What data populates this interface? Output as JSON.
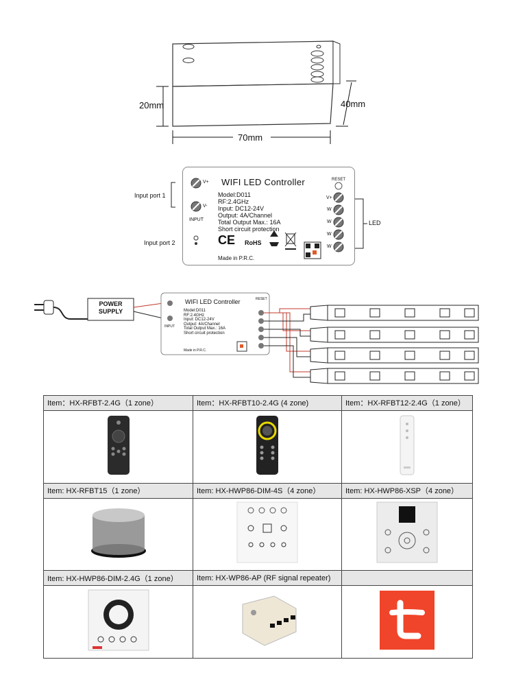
{
  "dimensions": {
    "height": "20mm",
    "depth": "40mm",
    "width": "70mm"
  },
  "controller": {
    "title": "WIFI LED Controller",
    "model": "Model:D011",
    "rf": "RF:2.4GHz",
    "input": "Input: DC12-24V",
    "output": "Output: 4A/Channel",
    "total": "Total Output Max.: 16A",
    "protection": "Short circuit protection",
    "made_in": "Made in P.R.C.",
    "reset": "RESET",
    "input_label": "INPUT",
    "v_plus": "V+",
    "v_minus": "V-",
    "w": "W",
    "ce": "CE",
    "rohs": "RoHS"
  },
  "labels": {
    "input_port_1": "Input port 1",
    "input_port_2": "Input port 2",
    "led": "LED"
  },
  "wiring": {
    "power_supply_line1": "POWER",
    "power_supply_line2": "SUPPLY",
    "controller_title": "WIFI LED Controller",
    "model": "Model:D011",
    "rf": "RF:2.4GHz",
    "input": "Input: DC12-24V",
    "output": "Output: 4A/Channel",
    "total": "Total Output Max.: 16A",
    "protection": "Short circuit protection",
    "made_in": "Made in P.R.C.",
    "reset": "RESET",
    "input_label": "INPUT"
  },
  "products": [
    {
      "label": "Item：HX-RFBT-2.4G（1 zone）",
      "icon": "remote-dark-icon"
    },
    {
      "label": "Item：HX-RFBT10-2.4G (4 zone)",
      "icon": "remote-dial-icon"
    },
    {
      "label": "Item：HX-RFBT12-2.4G（1 zone）",
      "icon": "remote-white-icon"
    },
    {
      "label": "Item: HX-RFBT15（1 zone）",
      "icon": "knob-dimmer-icon"
    },
    {
      "label": "Item: HX-HWP86-DIM-4S（4 zone）",
      "icon": "wall-panel-icon"
    },
    {
      "label": "Item: HX-HWP86-XSP（4 zone）",
      "icon": "wall-panel-screen-icon"
    },
    {
      "label": "Item: HX-HWP86-DIM-2.4G（1 zone）",
      "icon": "wall-panel-ring-icon"
    },
    {
      "label": "Item: HX-WP86-AP (RF signal repeater)",
      "icon": "repeater-module-icon"
    },
    {
      "label": "",
      "icon": "tuya-app-icon"
    }
  ],
  "colors": {
    "tuya": "#f0452a",
    "dial_ring": "#e8d800",
    "wire_red": "#c0392b"
  }
}
